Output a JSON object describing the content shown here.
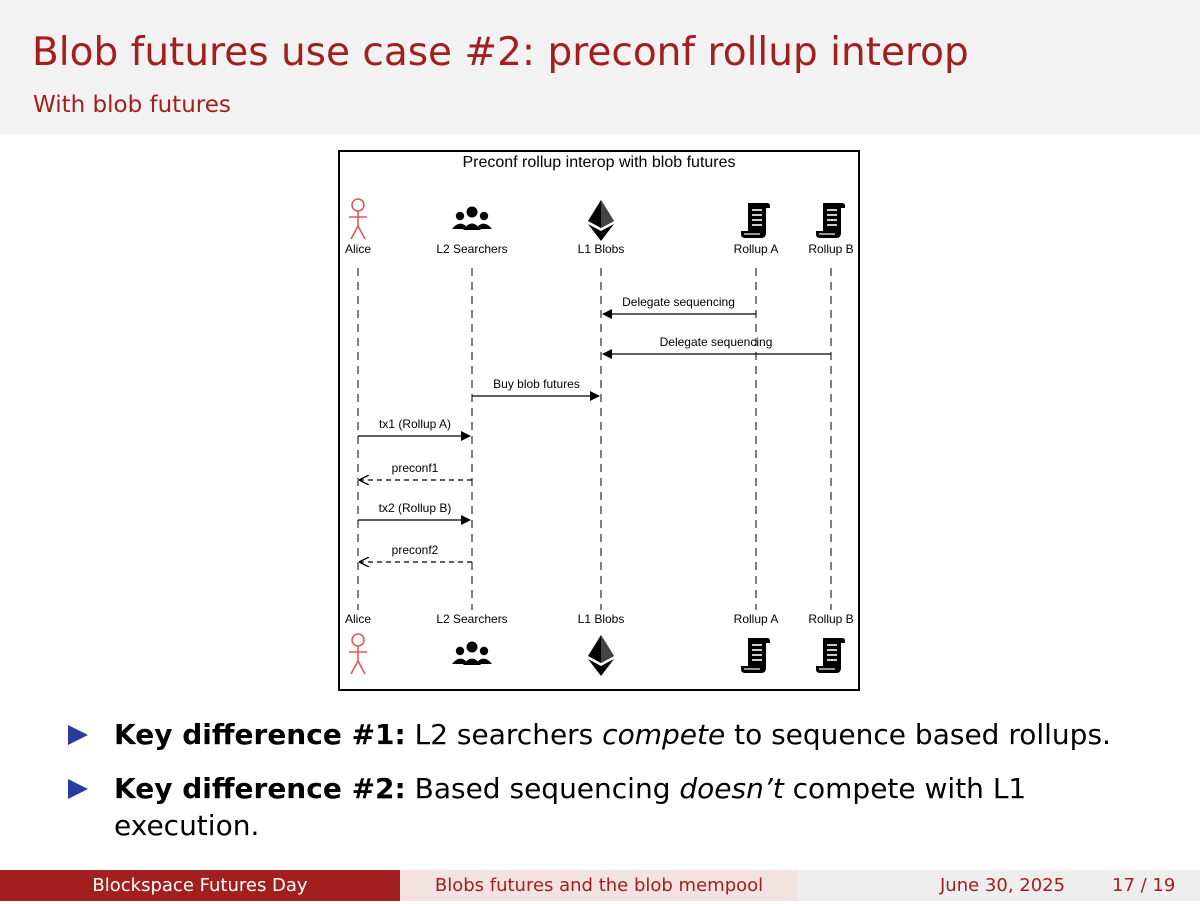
{
  "slide": {
    "title": "Blob futures use case #2: preconf rollup interop",
    "subtitle": "With blob futures"
  },
  "diagram": {
    "title": "Preconf rollup interop with blob futures",
    "participants": [
      {
        "id": "alice",
        "label": "Alice",
        "icon": "person-icon",
        "color": "#e05a5a"
      },
      {
        "id": "searchers",
        "label": "L2 Searchers",
        "icon": "group-icon",
        "color": "#000000"
      },
      {
        "id": "blobs",
        "label": "L1 Blobs",
        "icon": "ethereum-icon",
        "color": "#000000"
      },
      {
        "id": "rollupA",
        "label": "Rollup A",
        "icon": "scroll-icon",
        "color": "#000000"
      },
      {
        "id": "rollupB",
        "label": "Rollup B",
        "icon": "scroll-icon",
        "color": "#000000"
      }
    ],
    "messages": [
      {
        "from": "rollupA",
        "to": "blobs",
        "label": "Delegate sequencing",
        "style": "solid"
      },
      {
        "from": "rollupB",
        "to": "blobs",
        "label": "Delegate sequencing",
        "style": "solid"
      },
      {
        "from": "searchers",
        "to": "blobs",
        "label": "Buy blob futures",
        "style": "solid"
      },
      {
        "from": "alice",
        "to": "searchers",
        "label": "tx1 (Rollup A)",
        "style": "solid"
      },
      {
        "from": "searchers",
        "to": "alice",
        "label": "preconf1",
        "style": "dashed"
      },
      {
        "from": "alice",
        "to": "searchers",
        "label": "tx2 (Rollup B)",
        "style": "solid"
      },
      {
        "from": "searchers",
        "to": "alice",
        "label": "preconf2",
        "style": "dashed"
      }
    ]
  },
  "bullets": [
    {
      "bold": "Key difference #1:",
      "text_before": " L2 searchers ",
      "italic": "compete",
      "text_after": " to sequence based rollups."
    },
    {
      "bold": "Key difference #2:",
      "text_before": " Based sequencing ",
      "italic": "doesn’t",
      "text_after": " compete with L1 execution."
    }
  ],
  "footer": {
    "event": "Blockspace Futures Day",
    "talk": "Blobs futures and the blob mempool",
    "date": "June 30, 2025",
    "page": "17 / 19"
  },
  "colors": {
    "accent": "#a31f1f",
    "bullet": "#2b3a9e",
    "header_bg": "#f2f2f2",
    "alice": "#e05a5a"
  }
}
